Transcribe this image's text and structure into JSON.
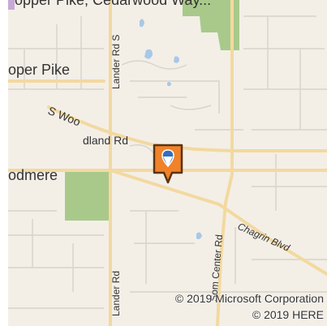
{
  "map": {
    "labels": {
      "cropped_top_text": "opper Pike, Cedarwood Way...",
      "cooper_pike": "oper Pike",
      "lander_rd_north": "Lander Rd S",
      "s_woodland_rd_1": "S Woo",
      "s_woodland_rd_2": "dland Rd",
      "woodmere": "odmere",
      "lander_rd_south": "Lander Rd",
      "som_center_rd": "Som Center Rd",
      "chagrin_blvd": "Chagrin Blvd"
    },
    "pin": {
      "icon": "location-pin-icon",
      "color": "#f0822a"
    },
    "colors": {
      "land": "#f3efe7",
      "park": "#a9c98b",
      "water": "#a7c8e8",
      "major_road": "#f3d9a0",
      "minor_road": "#d8d4cc"
    }
  },
  "copyright": {
    "microsoft": "© 2019 Microsoft Corporation",
    "here": "© 2019 HERE"
  }
}
